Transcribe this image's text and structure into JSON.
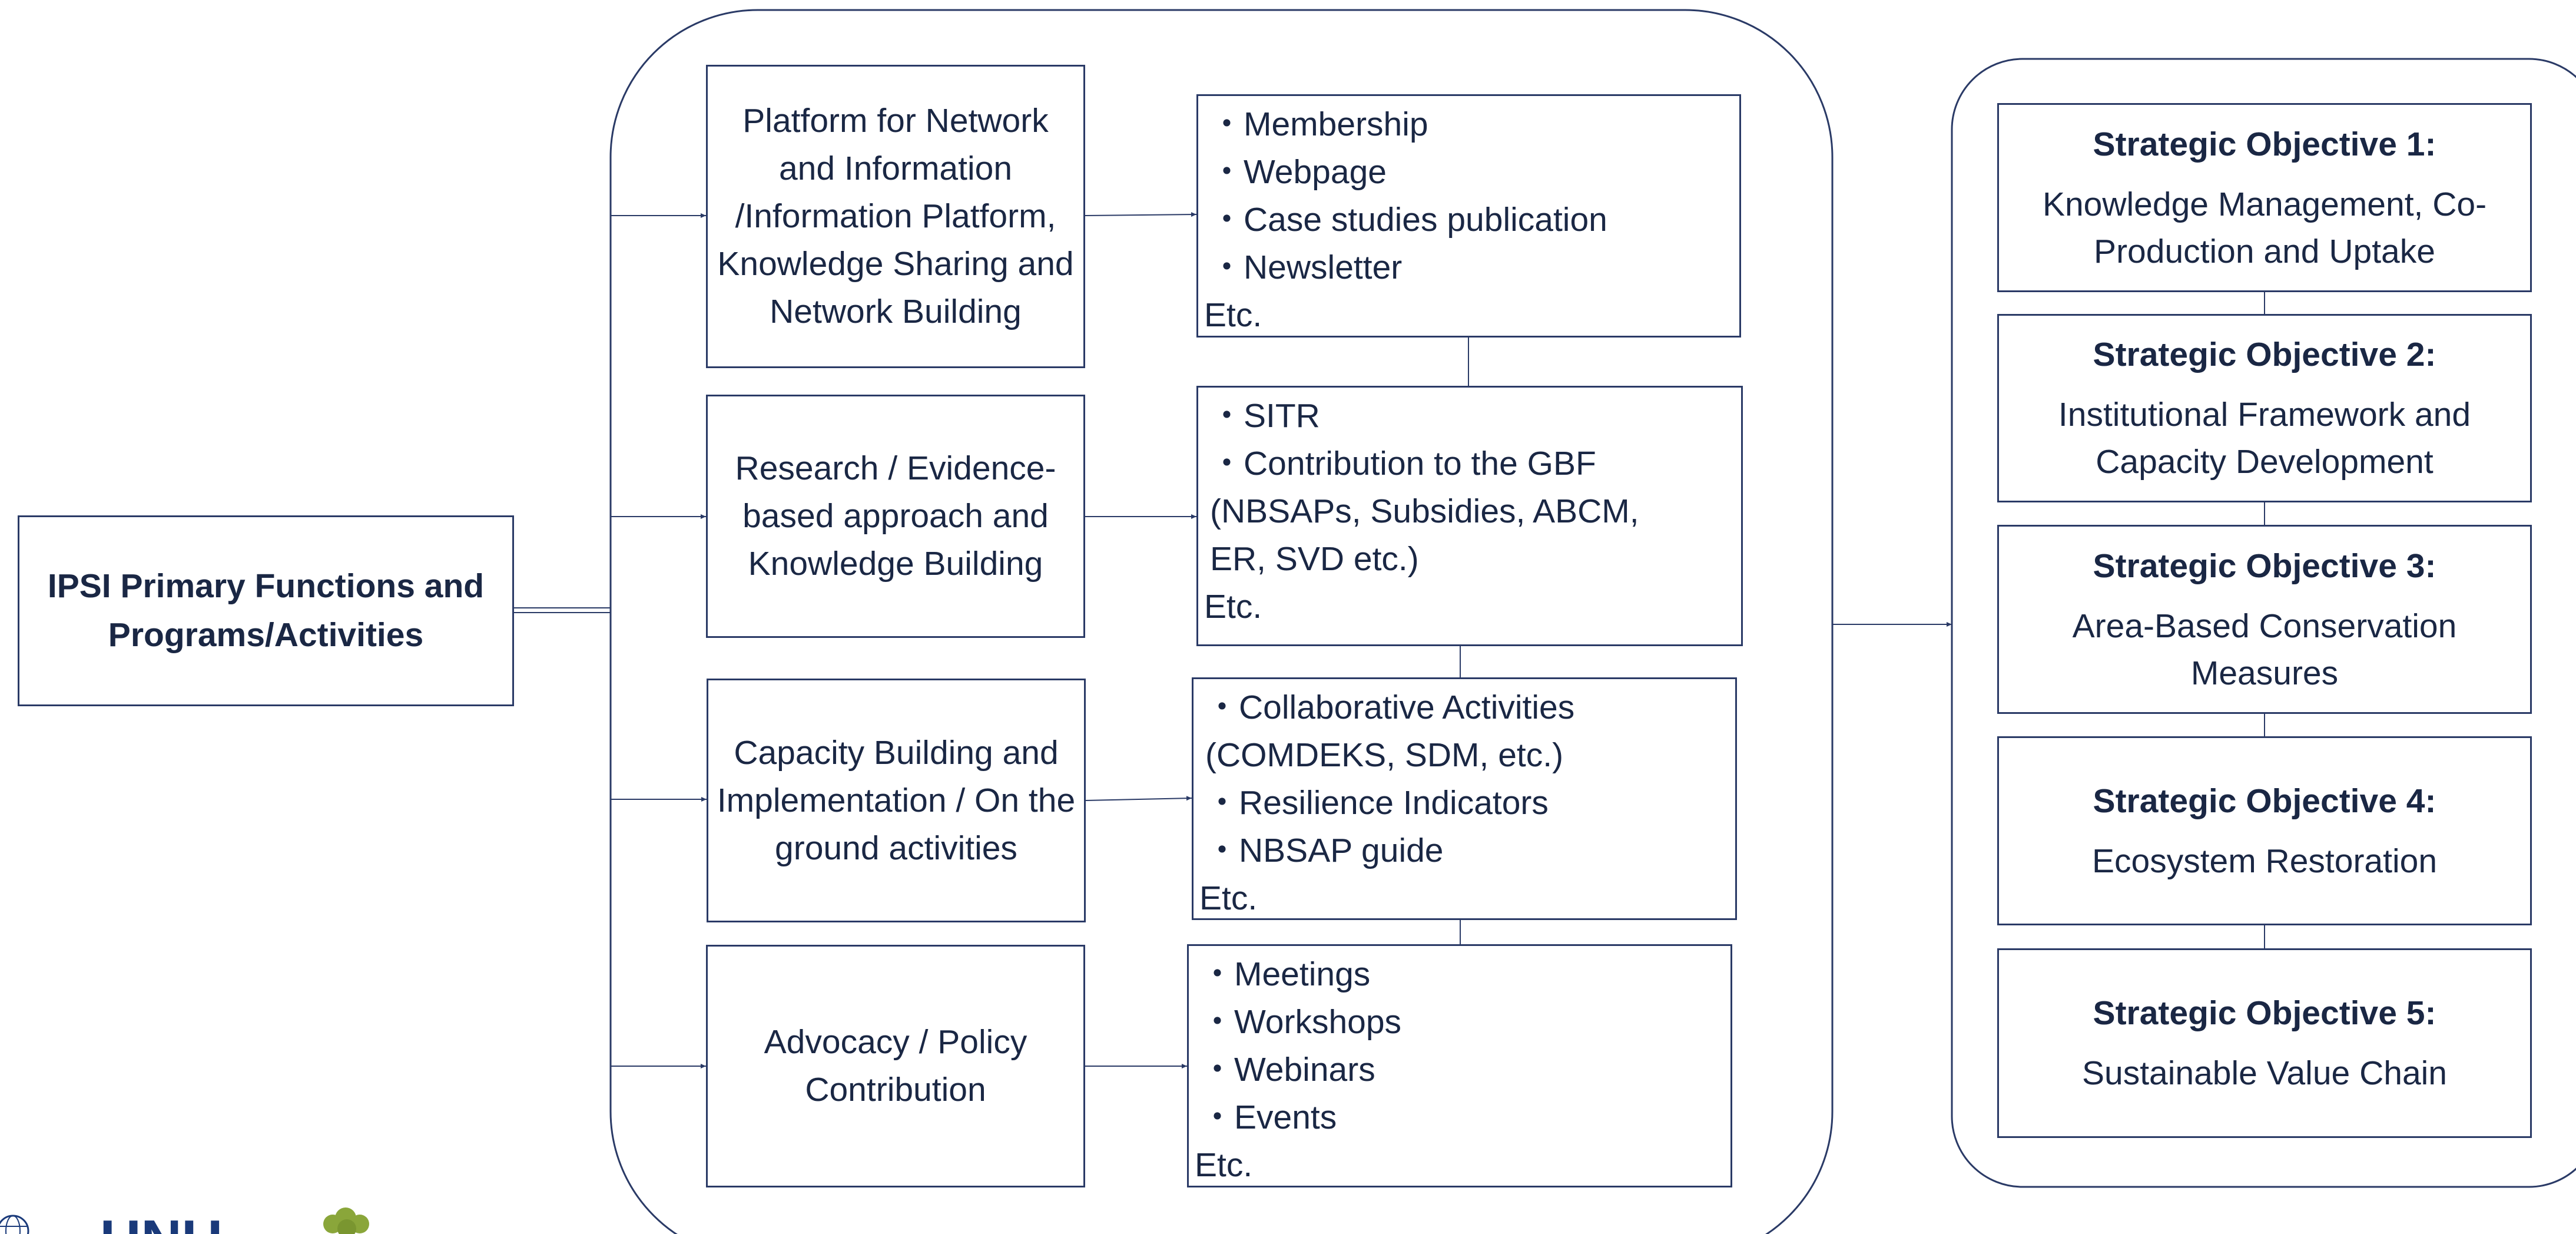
{
  "title": "IPSI Primary Functions and Programs/Activities",
  "functions": [
    {
      "label": "Platform for Network and Information /Information Platform, Knowledge Sharing and Network Building"
    },
    {
      "label": "Research / Evidence-based approach and Knowledge Building"
    },
    {
      "label": "Capacity Building and Implementation / On the ground activities"
    },
    {
      "label": "Advocacy / Policy Contribution"
    }
  ],
  "activities": [
    {
      "items": [
        "Membership",
        "Webpage",
        "Case studies publication",
        "Newsletter"
      ],
      "etc": "Etc."
    },
    {
      "items": [
        "SITR",
        "Contribution to the GBF"
      ],
      "continuation": [
        "(NBSAPs, Subsidies, ABCM,",
        "ER, SVD etc.)"
      ],
      "etc": "Etc."
    },
    {
      "items": [
        "Collaborative Activities"
      ],
      "continuation": [
        "(COMDEKS, SDM, etc.)"
      ],
      "items2": [
        "Resilience Indicators",
        "NBSAP guide"
      ],
      "etc": "Etc."
    },
    {
      "items": [
        "Meetings",
        "Workshops",
        "Webinars",
        "Events"
      ],
      "etc": "Etc."
    }
  ],
  "objectives": [
    {
      "title": "Strategic Objective 1:",
      "desc": "Knowledge Management, Co-Production and Uptake"
    },
    {
      "title": "Strategic Objective 2:",
      "desc": "Institutional Framework and Capacity Development"
    },
    {
      "title": "Strategic Objective 3:",
      "desc": "Area-Based Conservation Measures"
    },
    {
      "title": "Strategic Objective 4:",
      "desc": "Ecosystem Restoration"
    },
    {
      "title": "Strategic Objective 5:",
      "desc": "Sustainable Value Chain"
    }
  ],
  "logos": {
    "unu_text": "UNU"
  },
  "colors": {
    "line": "#2a3a66",
    "text": "#1a2744",
    "unu_blue": "#1a3a7a",
    "leaf_green": "#8aa63a"
  }
}
